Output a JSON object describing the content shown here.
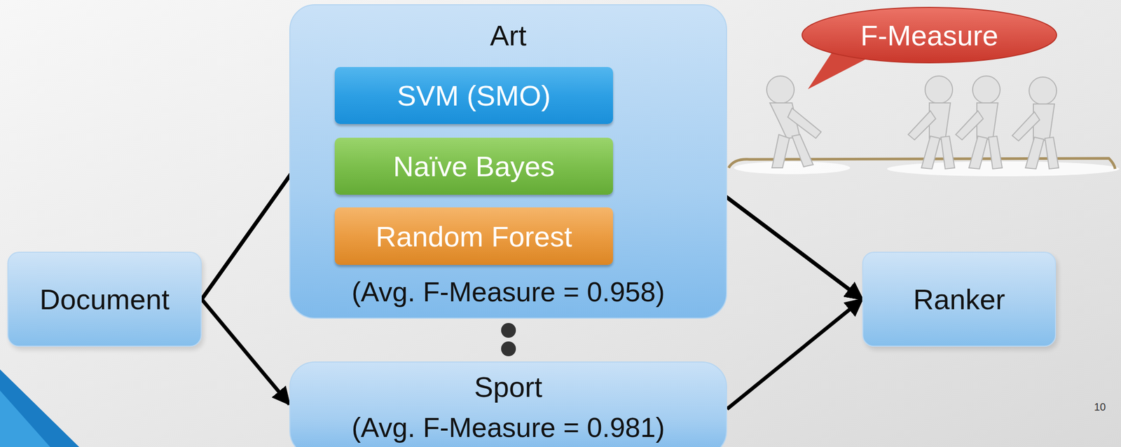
{
  "diagram": {
    "nodes": [
      {
        "text": [
          "Document"
        ]
      },
      {
        "text": [
          "Art",
          "(Avg. F-Measure = 0.958)"
        ]
      },
      {
        "text": [
          "SVM (SMO)"
        ],
        "in": 1
      },
      {
        "text": [
          "Naïve Bayes"
        ],
        "in": 1
      },
      {
        "text": [
          "Random Forest"
        ],
        "in": 1
      },
      {
        "text": [
          "Sport",
          "(Avg. F-Measure = 0.981)"
        ]
      },
      {
        "text": [
          "Ranker"
        ]
      },
      {
        "text": [
          "F-Measure"
        ]
      }
    ],
    "edges": [
      {
        "from": 0,
        "to": 2,
        "arrow": "to"
      },
      {
        "from": 0,
        "to": 3,
        "arrow": "to"
      },
      {
        "from": 0,
        "to": 4,
        "arrow": "to"
      },
      {
        "from": 0,
        "to": 5,
        "arrow": "to"
      },
      {
        "from": 2,
        "to": 6,
        "arrow": "to"
      },
      {
        "from": 3,
        "to": 6,
        "arrow": "to"
      },
      {
        "from": 4,
        "to": 6,
        "arrow": "to"
      },
      {
        "from": 5,
        "to": 6,
        "arrow": "to"
      }
    ],
    "labels": [
      "10"
    ]
  }
}
